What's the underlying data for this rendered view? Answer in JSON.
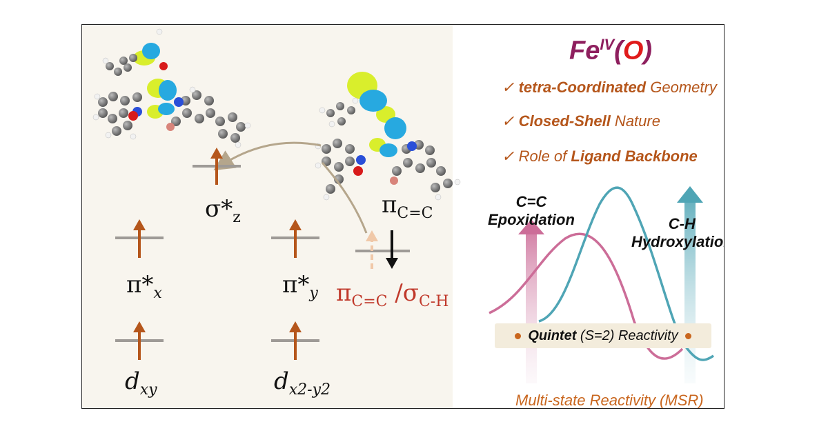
{
  "title": {
    "prefix": "Fe",
    "superscript": "IV",
    "open": "(",
    "atom": "O",
    "close": ")"
  },
  "features": [
    {
      "check": "✓",
      "bold": "tetra-Coordinated",
      "rest": " Geometry",
      "bold_first": true
    },
    {
      "check": "✓",
      "bold": "Closed-Shell",
      "rest": " Nature",
      "bold_first": true
    },
    {
      "check": "✓",
      "pre": "Role of ",
      "bold": "Ligand Backbone",
      "bold_first": false
    }
  ],
  "orbitals": {
    "sigma_z": {
      "base": "σ*",
      "sub": "z"
    },
    "pi_x": {
      "base": "π*",
      "sub": "x"
    },
    "pi_y": {
      "base": "π*",
      "sub": "y"
    },
    "d_xy": {
      "base": "d",
      "sub": "xy"
    },
    "d_x2y2": {
      "base": "d",
      "sub": "x2-y2"
    },
    "pi_cc": {
      "base": "π",
      "sub": "C=C"
    },
    "pi_sigma": {
      "base1": "π",
      "sub1": "C=C",
      "sep": " /",
      "base2": "σ",
      "sub2": "C-H"
    }
  },
  "reactivity": {
    "epox_line1": "C=C",
    "epox_line2": "Epoxidation",
    "hydrox_line1": "C-H",
    "hydrox_line2": "Hydroxylation",
    "quintet_bold": "Quintet",
    "quintet_rest": "(S=2) Reactivity",
    "msr": "Multi-state Reactivity (MSR)"
  },
  "colors": {
    "arrow_orange": "#b5561b",
    "level_gray": "#9e9a96",
    "curve_pink": "#cc6d98",
    "curve_teal": "#4fa5b5",
    "title_purple": "#8e1f5e",
    "label_red": "#c0392b",
    "iso_yellow": "#d9ee2c",
    "iso_blue": "#27a9e0"
  }
}
